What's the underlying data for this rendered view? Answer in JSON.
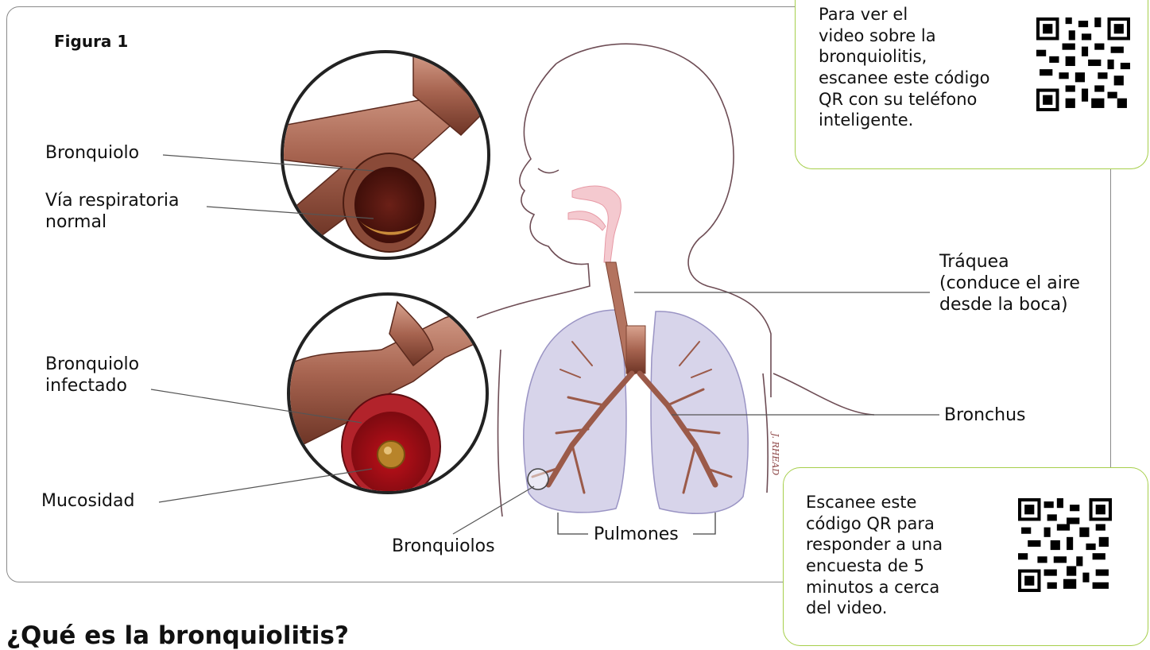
{
  "figure": {
    "title": "Figura 1",
    "labels": {
      "bronquiolo": "Bronquiolo",
      "via_respiratoria": "Vía respiratoria\nnormal",
      "bronquiolo_infectado": "Bronquiolo\ninfectado",
      "mucosidad": "Mucosidad",
      "traquea": "Tráquea\n(conduce el aire\ndesde la boca)",
      "bronchus": "Bronchus",
      "bronquiolos": "Bronquiolos",
      "pulmones": "Pulmones",
      "signature": "J. RHEAD"
    }
  },
  "qr_top": {
    "text": "Para ver el\nvideo sobre la\nbronquiolitis,\nescanee este código\nQR con su teléfono\ninteligente."
  },
  "qr_bottom": {
    "text": "Escanee este\ncódigo QR para\nresponder a una\nencuesta de 5\nminutos a cerca\ndel video."
  },
  "section": {
    "heading": "¿Qué es la bronquiolitis?"
  },
  "colors": {
    "accent_green": "#a6cf4b",
    "frame_gray": "#8a8a8a",
    "lung_fill": "#c9c6e3",
    "airway": "#b3735f"
  }
}
